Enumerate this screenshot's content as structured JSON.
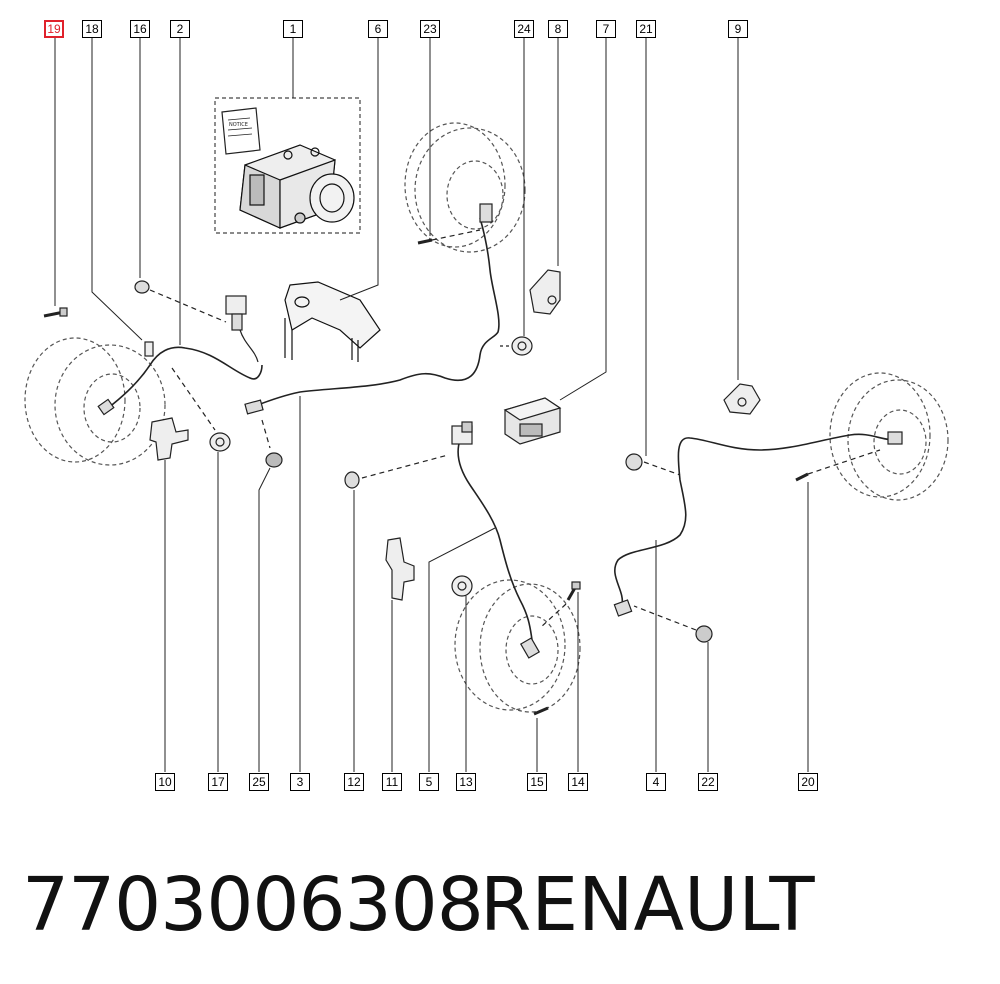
{
  "diagram": {
    "top_callouts": [
      "19",
      "18",
      "16",
      "2",
      "1",
      "6",
      "23",
      "24",
      "8",
      "7",
      "21",
      "9"
    ],
    "bottom_callouts": [
      "10",
      "17",
      "25",
      "3",
      "12",
      "11",
      "5",
      "13",
      "15",
      "14",
      "4",
      "22",
      "20"
    ],
    "highlighted_callout": "19",
    "highlight_color": "#e0212b",
    "manual_label": "NOTICE"
  },
  "caption": {
    "part_number": "7703006308",
    "brand": "RENAULT"
  }
}
